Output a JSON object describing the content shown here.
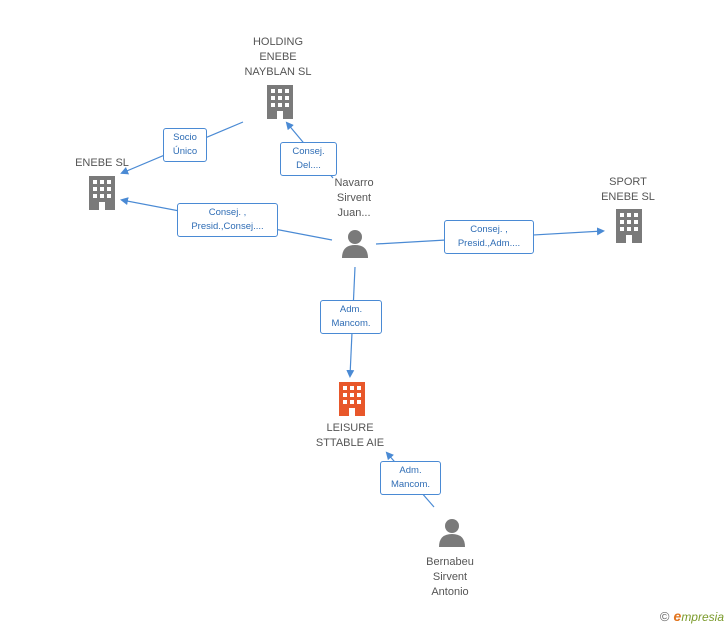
{
  "nodes": {
    "holding": {
      "label": "HOLDING\nENEBE\nNAYBLAN SL",
      "type": "company",
      "color": "#7a7a7a"
    },
    "enebe": {
      "label": "ENEBE SL",
      "type": "company",
      "color": "#7a7a7a"
    },
    "sport": {
      "label": "SPORT\nENEBE SL",
      "type": "company",
      "color": "#7a7a7a"
    },
    "leisure": {
      "label": "LEISURE\nSTTABLE AIE",
      "type": "company",
      "color": "#e8572a"
    },
    "navarro": {
      "label": "Navarro\nSirvent\nJuan...",
      "type": "person",
      "color": "#7a7a7a"
    },
    "bernabeu": {
      "label": "Bernabeu\nSirvent\nAntonio",
      "type": "person",
      "color": "#7a7a7a"
    }
  },
  "edges": {
    "holding_enebe": {
      "label": "Socio\nÚnico"
    },
    "navarro_holding": {
      "label": "Consej.\nDel...."
    },
    "navarro_enebe": {
      "label": "Consej. ,\nPresid.,Consej...."
    },
    "navarro_sport": {
      "label": "Consej. ,\nPresid.,Adm...."
    },
    "navarro_leisure": {
      "label": "Adm.\nMancom."
    },
    "bernabeu_leisure": {
      "label": "Adm.\nMancom."
    }
  },
  "colors": {
    "edge": "#4a8ad4",
    "accent": "#e8572a",
    "node": "#7a7a7a"
  },
  "footer": {
    "copyright": "©",
    "brand_first": "e",
    "brand_rest": "mpresia"
  }
}
